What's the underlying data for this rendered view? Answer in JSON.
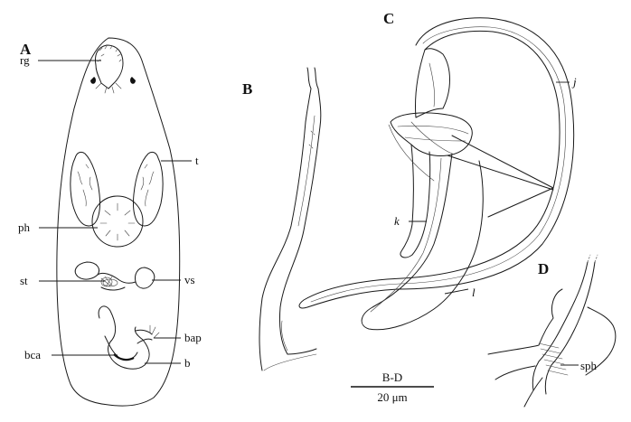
{
  "panels": {
    "a": "A",
    "b": "B",
    "c": "C",
    "d": "D"
  },
  "labels": {
    "rg": "rg",
    "t": "t",
    "ph": "ph",
    "st": "st",
    "vs": "vs",
    "bap": "bap",
    "bca": "bca",
    "b": "b",
    "j": "j",
    "k": "k",
    "l": "l",
    "sph": "sph"
  },
  "scale_bar": {
    "panels": "B-D",
    "length": "20 μm"
  },
  "colors": {
    "ink": "#1a1a1a",
    "background": "#ffffff"
  }
}
